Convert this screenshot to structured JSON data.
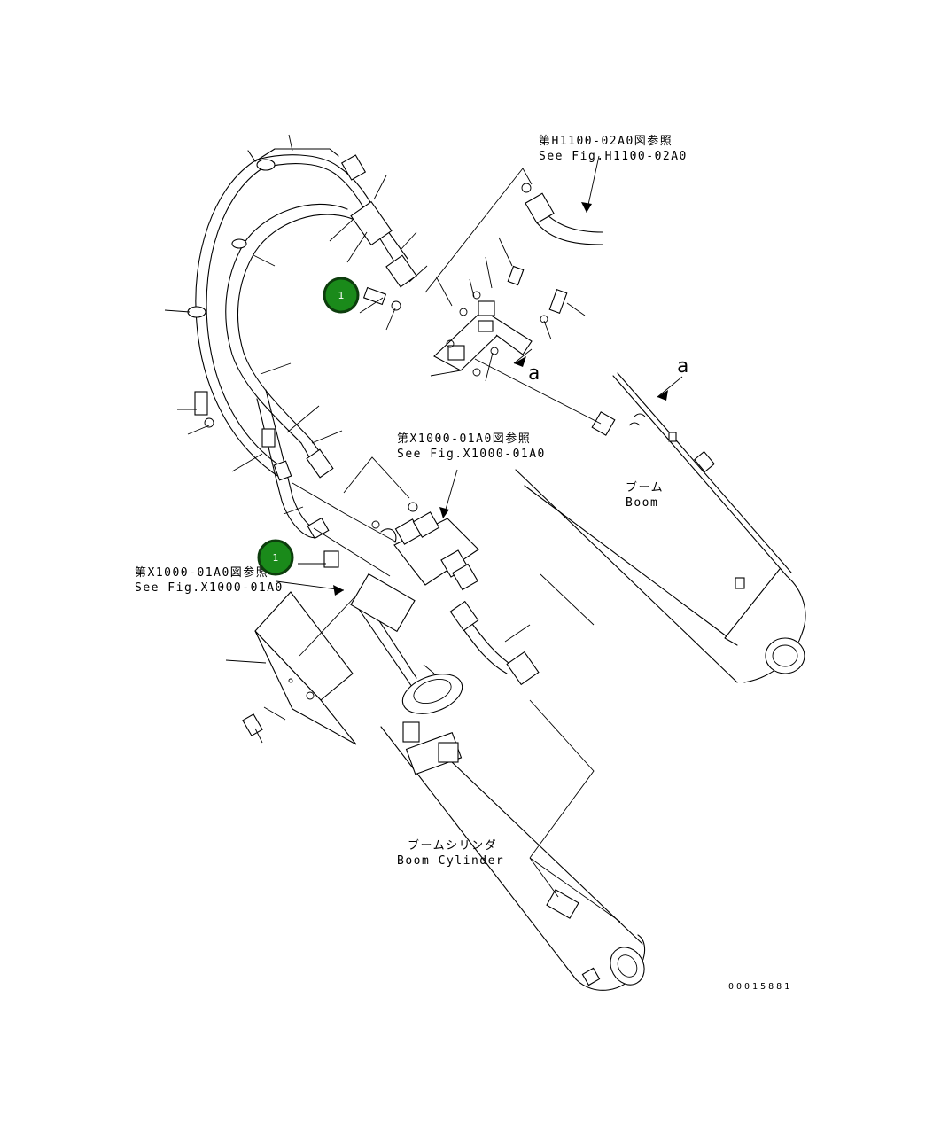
{
  "labels": {
    "ref_h1100_jp": "第H1100-02A0図参照",
    "ref_h1100_en": "See Fig.H1100-02A0",
    "ref_x1000_top_jp": "第X1000-01A0図参照",
    "ref_x1000_top_en": "See Fig.X1000-01A0",
    "ref_x1000_left_jp": "第X1000-01A0図参照",
    "ref_x1000_left_en": "See Fig.X1000-01A0",
    "boom_jp": "ブーム",
    "boom_en": "Boom",
    "boom_cylinder_jp": "ブームシリンダ",
    "boom_cylinder_en": "Boom Cylinder",
    "view_mark_1": "a",
    "view_mark_2": "a",
    "drawing_number": "00015881"
  },
  "badges": [
    {
      "text": "1"
    },
    {
      "text": "1"
    }
  ],
  "colors": {
    "badge_fill": "#1a8a1a",
    "badge_ring": "#0d3d0d",
    "line": "#000000"
  }
}
